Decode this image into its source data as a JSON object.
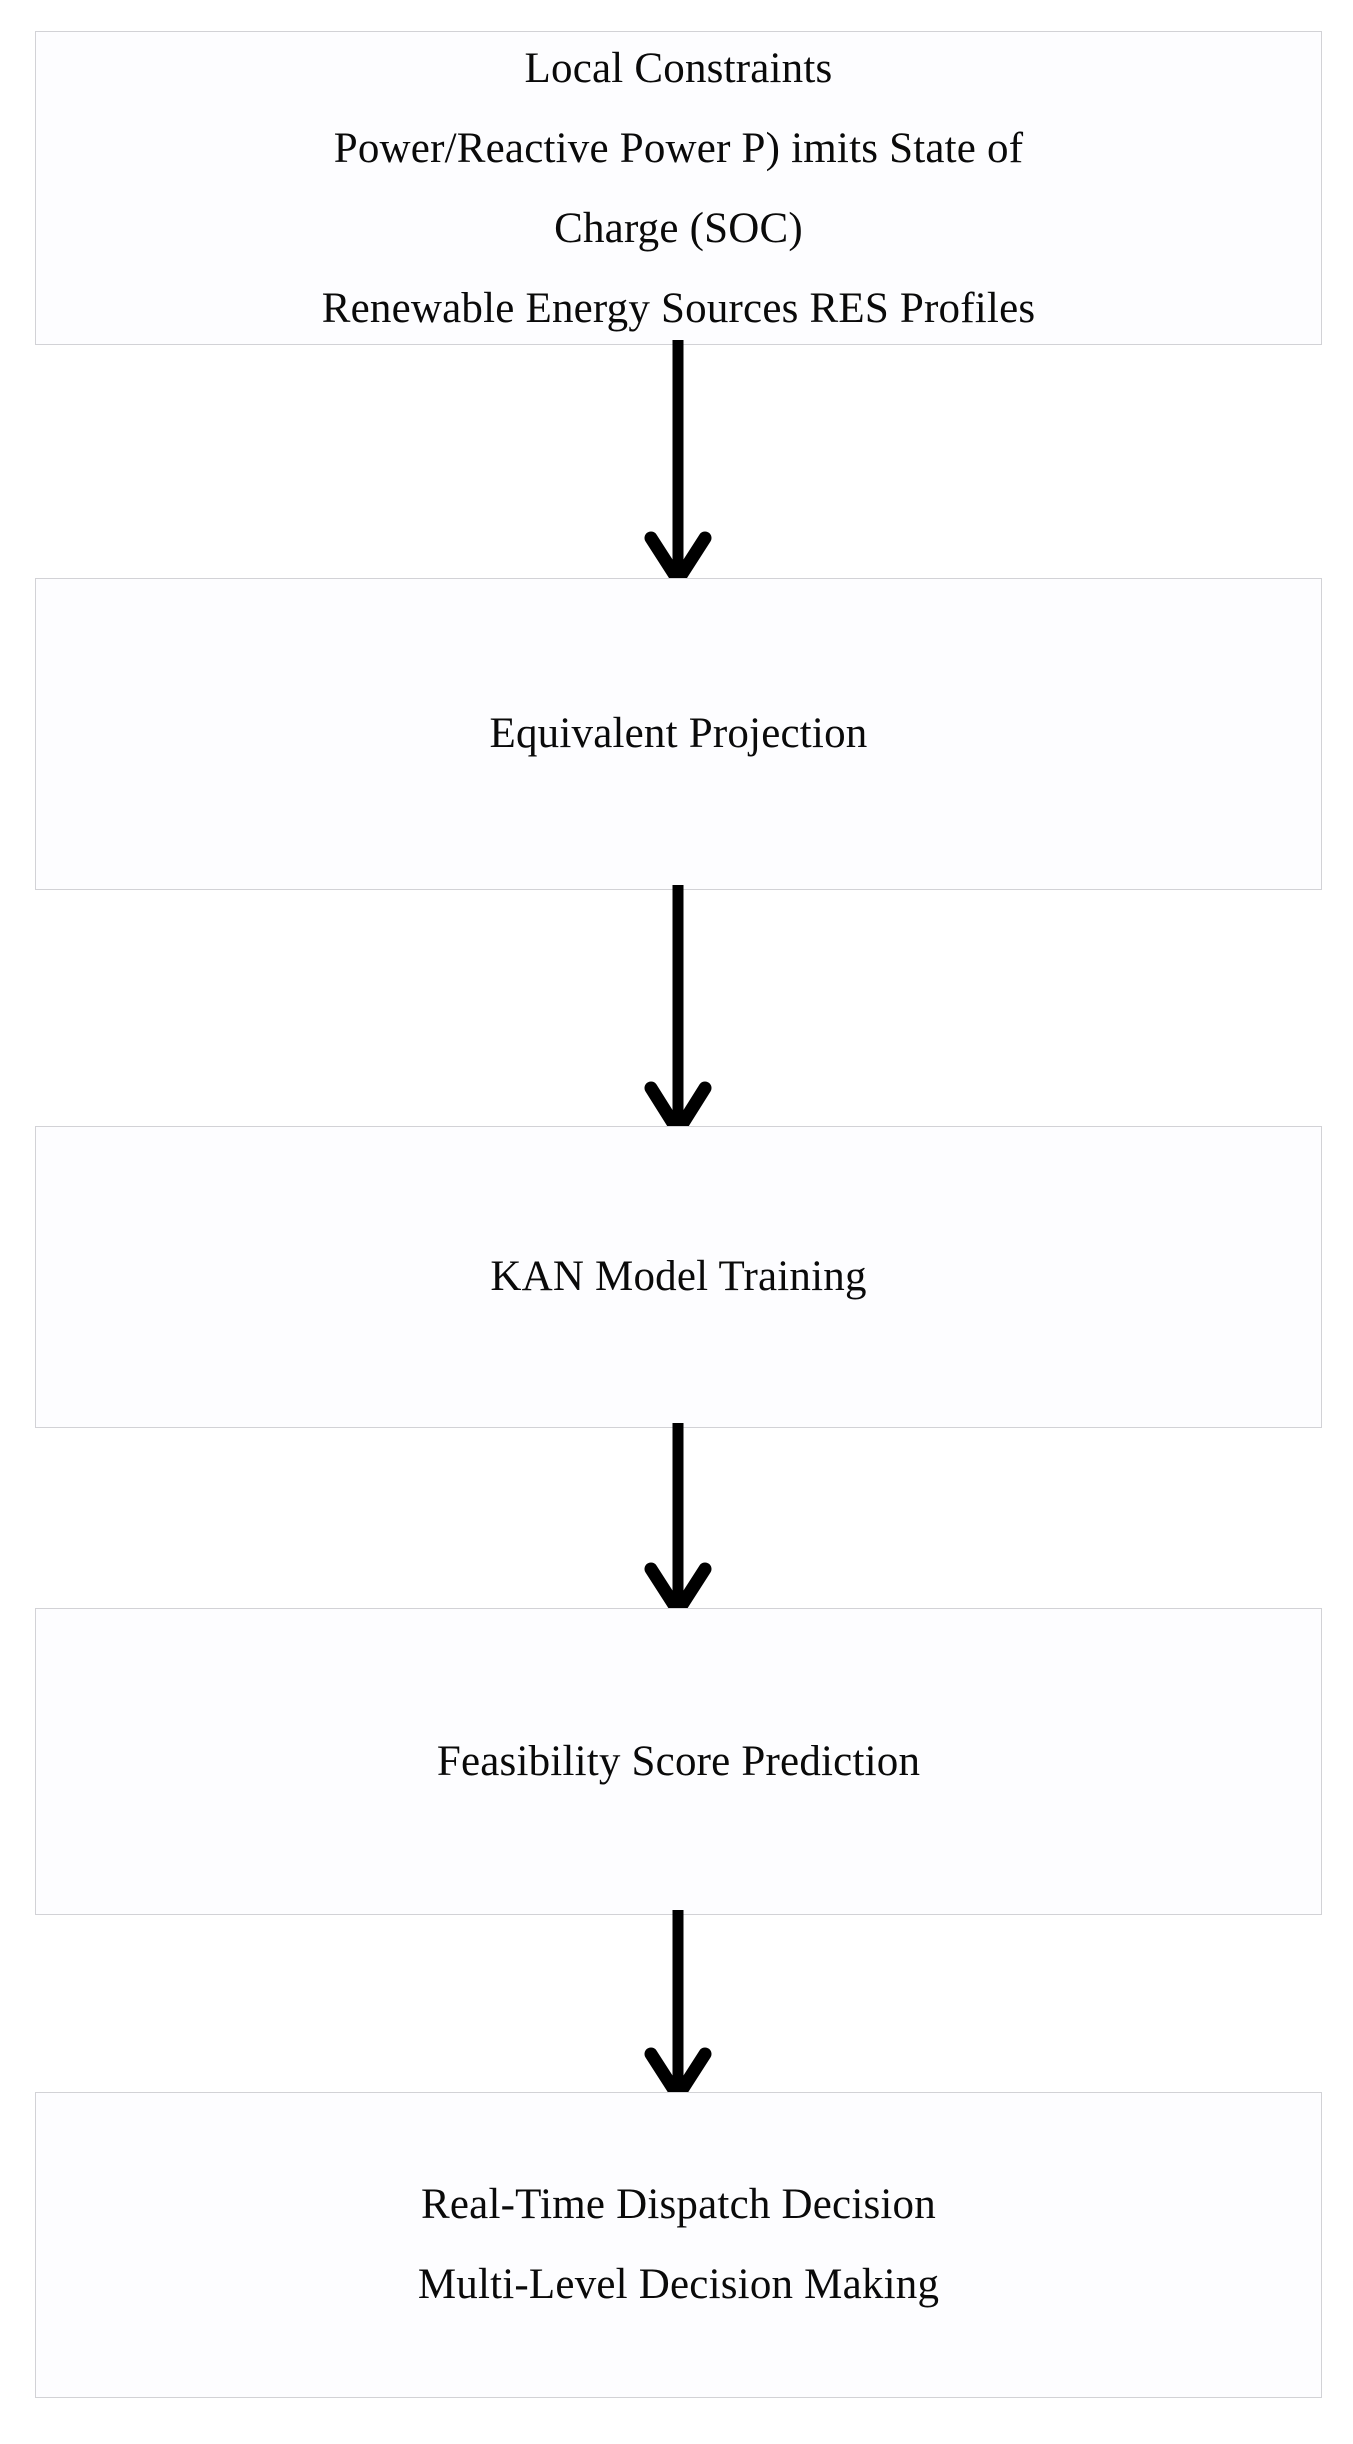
{
  "diagram": {
    "type": "flowchart",
    "orientation": "vertical-top-to-bottom",
    "node_fill": "#fdfdff",
    "node_border_color": "#d2d2d6",
    "text_color": "#0a0a0a",
    "arrow_color": "#000000",
    "nodes": [
      {
        "id": "local-constraints",
        "label": "Local Constraints\nPower/Reactive Power P) imits State of\nCharge (SOC)\nRenewable Energy Sources RES Profiles",
        "lines": [
          "Local Constraints",
          "Power/Reactive Power P) imits State of",
          "Charge (SOC)",
          "Renewable Energy Sources RES Profiles"
        ]
      },
      {
        "id": "equivalent-projection",
        "label": "Equivalent Projection",
        "lines": [
          "Equivalent Projection"
        ]
      },
      {
        "id": "kan-model-training",
        "label": "KAN Model Training",
        "lines": [
          "KAN Model Training"
        ]
      },
      {
        "id": "feasibility-score-prediction",
        "label": "Feasibility Score Prediction",
        "lines": [
          "Feasibility Score Prediction"
        ]
      },
      {
        "id": "real-time-dispatch-decision",
        "label": "Real-Time Dispatch Decision\nMulti-Level Decision Making",
        "lines": [
          "Real-Time Dispatch Decision",
          "Multi-Level Decision Making"
        ]
      }
    ],
    "edges": [
      {
        "id": "edge-0",
        "from": "local-constraints",
        "to": "equivalent-projection",
        "style": "solid-down-arrow"
      },
      {
        "id": "edge-1",
        "from": "equivalent-projection",
        "to": "kan-model-training",
        "style": "solid-down-arrow"
      },
      {
        "id": "edge-2",
        "from": "kan-model-training",
        "to": "feasibility-score-prediction",
        "style": "solid-down-arrow"
      },
      {
        "id": "edge-3",
        "from": "feasibility-score-prediction",
        "to": "real-time-dispatch-decision",
        "style": "solid-down-arrow"
      }
    ]
  }
}
